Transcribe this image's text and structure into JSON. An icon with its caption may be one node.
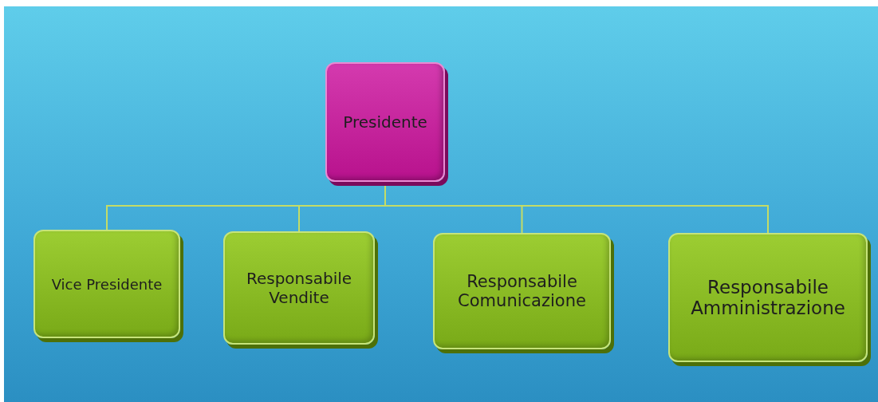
{
  "diagram": {
    "nodes": [
      {
        "text": [
          "Presidente"
        ]
      },
      {
        "text": [
          "Vice Presidente"
        ]
      },
      {
        "text": [
          "Responsabile Vendite"
        ]
      },
      {
        "text": [
          "Responsabile Comunicazione"
        ]
      },
      {
        "text": [
          "Responsabile Amministrazione"
        ]
      }
    ],
    "edges": [
      {
        "from": 0,
        "to": 1,
        "arrow": "none"
      },
      {
        "from": 0,
        "to": 2,
        "arrow": "none"
      },
      {
        "from": 0,
        "to": 3,
        "arrow": "none"
      },
      {
        "from": 0,
        "to": 4,
        "arrow": "none"
      }
    ]
  }
}
